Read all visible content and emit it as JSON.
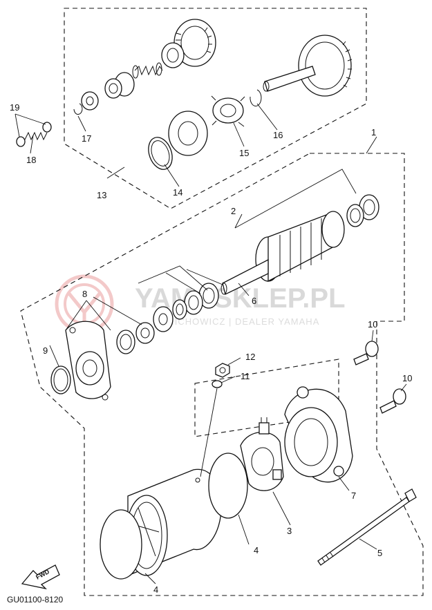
{
  "diagram": {
    "code": "GU01100-8120",
    "fwd_label": "FWD",
    "watermark": {
      "title": "YAMASKLEP.PL",
      "subtitle": "A. MICHOWICZ | DEALER YAMAHA"
    },
    "callouts": [
      {
        "id": "c1",
        "label": "1"
      },
      {
        "id": "c2",
        "label": "2"
      },
      {
        "id": "c3",
        "label": "3"
      },
      {
        "id": "c4a",
        "label": "4"
      },
      {
        "id": "c4b",
        "label": "4"
      },
      {
        "id": "c5",
        "label": "5"
      },
      {
        "id": "c6",
        "label": "6"
      },
      {
        "id": "c7",
        "label": "7"
      },
      {
        "id": "c8",
        "label": "8"
      },
      {
        "id": "c9",
        "label": "9"
      },
      {
        "id": "c10a",
        "label": "10"
      },
      {
        "id": "c10b",
        "label": "10"
      },
      {
        "id": "c11",
        "label": "11"
      },
      {
        "id": "c12",
        "label": "12"
      },
      {
        "id": "c13",
        "label": "13"
      },
      {
        "id": "c14",
        "label": "14"
      },
      {
        "id": "c15",
        "label": "15"
      },
      {
        "id": "c16",
        "label": "16"
      },
      {
        "id": "c17",
        "label": "17"
      },
      {
        "id": "c18",
        "label": "18"
      },
      {
        "id": "c19",
        "label": "19"
      }
    ],
    "colors": {
      "ink": "#111111",
      "watermark_gray": "#d9d9d9",
      "watermark_red": "#f3c9c9"
    }
  }
}
